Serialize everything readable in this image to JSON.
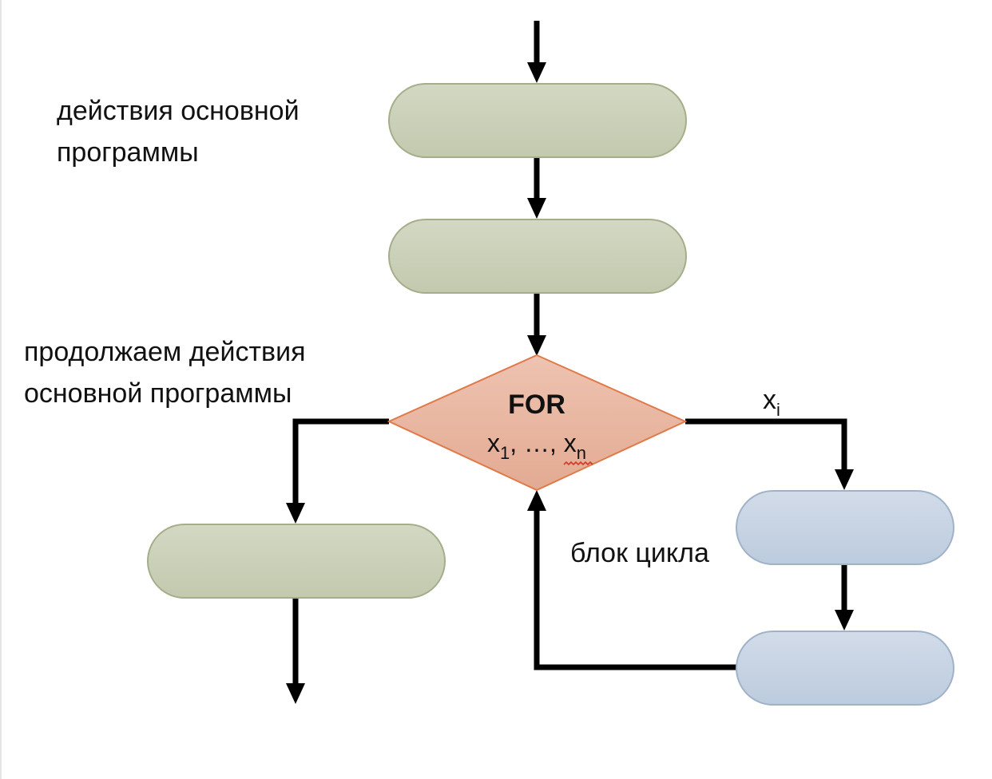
{
  "labels": {
    "main_actions_line1": "действия основной",
    "main_actions_line2": "программы",
    "continue_line1": "продолжаем действия",
    "continue_line2": "основной программы",
    "loop_block": "блок цикла"
  },
  "for_node": {
    "title": "FOR",
    "var_first": "x",
    "var_first_sub": "1",
    "separator": ", …, ",
    "var_last": "x",
    "var_last_sub": "n"
  },
  "edge_label": {
    "var": "x",
    "sub": "i"
  },
  "colors": {
    "main_block_fill": "#cdd2bc",
    "main_block_stroke": "#a5ad8a",
    "loop_block_fill": "#c6d4e4",
    "loop_block_stroke": "#9fb2c8",
    "decision_fill": "#e9b7a2",
    "decision_stroke": "#e07a4a",
    "arrow": "#000000"
  }
}
